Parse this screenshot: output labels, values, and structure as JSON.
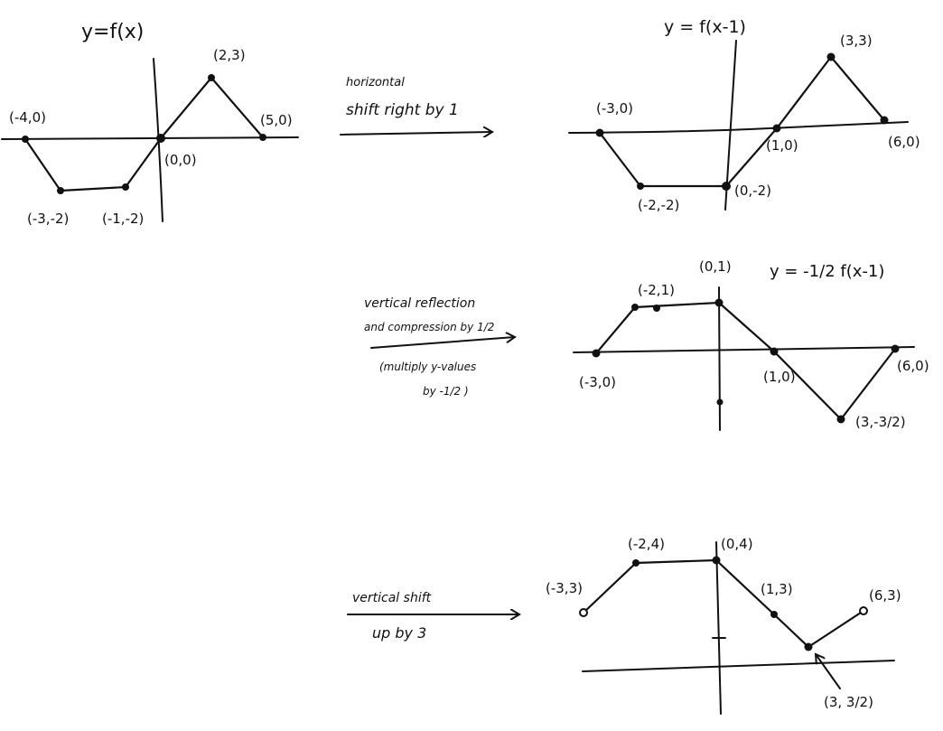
{
  "graph1": {
    "title": "y=f(x)",
    "labels": [
      "(-4,0)",
      "(-3,-2)",
      "(-1,-2)",
      "(0,0)",
      "(2,3)",
      "(5,0)"
    ]
  },
  "step1": {
    "line1": "horizontal",
    "line2": "shift right by 1"
  },
  "graph2": {
    "title": "y = f(x-1)",
    "labels": [
      "(-3,0)",
      "(-2,-2)",
      "(0,-2)",
      "(1,0)",
      "(3,3)",
      "(6,0)"
    ]
  },
  "step2": {
    "line1": "vertical reflection",
    "line2": "and compression by 1/2",
    "line3": "(multiply y-values",
    "line4": "by -1/2 )"
  },
  "graph3": {
    "title": "y = -1/2 f(x-1)",
    "labels": [
      "(-3,0)",
      "(-2,1)",
      "(0,1)",
      "(1,0)",
      "(3,-3/2)",
      "(6,0)"
    ]
  },
  "step3": {
    "line1": "vertical shift",
    "line2": "up by 3"
  },
  "graph4": {
    "labels": [
      "(-3,3)",
      "(-2,4)",
      "(0,4)",
      "(1,3)",
      "(3, 3/2)",
      "(6,3)"
    ]
  }
}
